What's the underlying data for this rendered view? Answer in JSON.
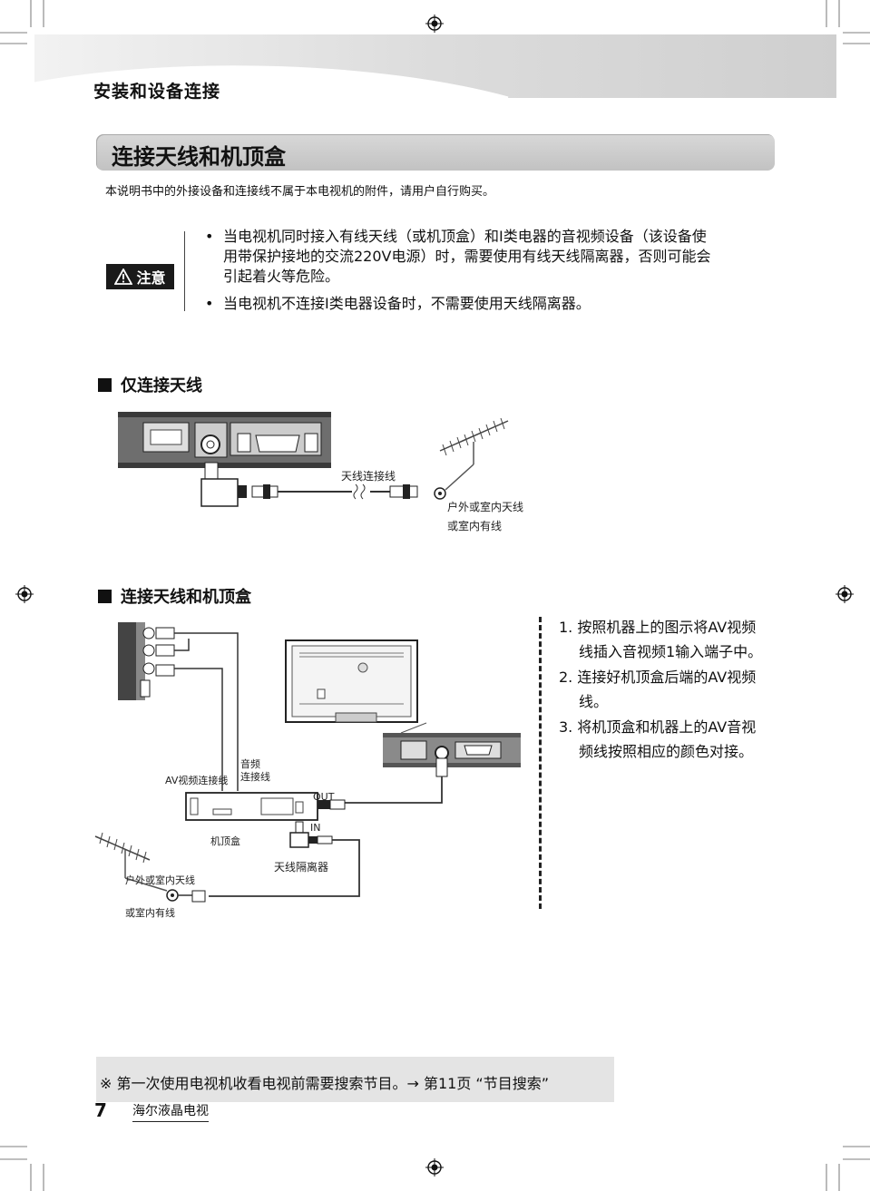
{
  "header": {
    "section": "安装和设备连接"
  },
  "banner": {
    "title": "连接天线和机顶盒"
  },
  "intro": "本说明书中的外接设备和连接线不属于本电视机的附件，请用户自行购买。",
  "caution": {
    "label": "注意",
    "icon": "warning-triangle-icon",
    "bullet": "•",
    "items": [
      [
        "当电视机同时接入有线天线（或机顶盒）和I类电器的音视频设备（该设备使",
        "用带保护接地的交流220V电源）时，需要使用有线天线隔离器，否则可能会",
        "引起着火等危险。"
      ],
      [
        "当电视机不连接I类电器设备时，不需要使用天线隔离器。"
      ]
    ]
  },
  "section1": {
    "heading": "仅连接天线",
    "labels": {
      "cable": "天线连接线",
      "antenna_line1": "户外或室内天线",
      "antenna_line2": "或室内有线"
    }
  },
  "section2": {
    "heading": "连接天线和机顶盒",
    "labels": {
      "av_cable": "AV视频连接线",
      "audio_line1": "音频",
      "audio_line2": "连接线",
      "out": "OUT",
      "in": "IN",
      "stb": "机顶盒",
      "isolator": "天线隔离器",
      "antenna_line1": "户外或室内天线",
      "antenna_line2": "或室内有线"
    },
    "steps": [
      {
        "num": "1.",
        "lines": [
          "按照机器上的图示将AV视频",
          "线插入音视频1输入端子中。"
        ]
      },
      {
        "num": "2.",
        "lines": [
          "连接好机顶盒后端的AV视频",
          "线。"
        ]
      },
      {
        "num": "3.",
        "lines": [
          "将机顶盒和机器上的AV音视",
          "频线按照相应的颜色对接。"
        ]
      }
    ]
  },
  "footer": {
    "note": "※ 第一次使用电视机收看电视前需要搜索节目。→ 第11页 “节目搜索”",
    "page": "7",
    "brand": "海尔液晶电视"
  },
  "colors": {
    "banner_bg": "#c8c8c8",
    "footer_bg": "#e4e4e4",
    "caution_bg": "#1a1a1a"
  }
}
